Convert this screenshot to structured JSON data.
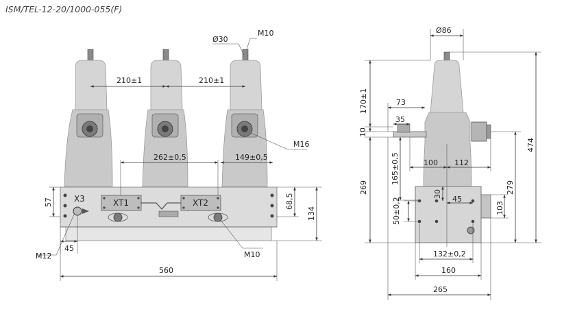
{
  "title": "ISM/TEL-12-20/1000-055(F)",
  "front_view": {
    "dims": {
      "pitch_left": "210±1",
      "pitch_right": "210±1",
      "phi30": "Ø30",
      "m10_top": "M10",
      "m16": "M16",
      "w262": "262±0,5",
      "w149": "149±0,5",
      "h57": "57",
      "h68": "68,5",
      "h134": "134",
      "w45": "45",
      "w560": "560",
      "m12": "M12",
      "m10_bottom": "M10"
    },
    "labels": {
      "x3": "X3",
      "xt1": "XT1",
      "xt2": "XT2"
    }
  },
  "side_view": {
    "dims": {
      "phi86": "Ø86",
      "h170": "170±1",
      "w73": "73",
      "w35": "35",
      "h10": "10",
      "h165": "165±0,5",
      "w100": "100",
      "w112": "112",
      "h269": "269",
      "h279": "279",
      "h474": "474",
      "h30": "30",
      "w45": "45",
      "h50": "50±0,2",
      "h103": "103",
      "w132": "132±0,2",
      "w160": "160",
      "w265": "265"
    }
  }
}
